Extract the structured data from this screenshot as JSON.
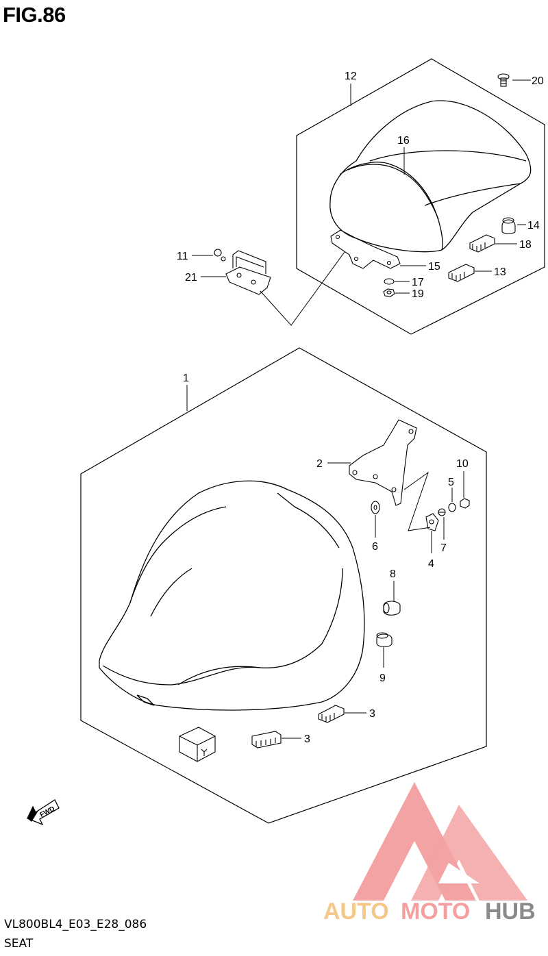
{
  "figure": {
    "title": "FIG.86",
    "code": "VL800BL4_E03_E28_086",
    "name": "SEAT"
  },
  "callouts": [
    {
      "id": "c1",
      "label": "1"
    },
    {
      "id": "c2",
      "label": "2"
    },
    {
      "id": "c3a",
      "label": "3"
    },
    {
      "id": "c3b",
      "label": "3"
    },
    {
      "id": "c4",
      "label": "4"
    },
    {
      "id": "c5",
      "label": "5"
    },
    {
      "id": "c6",
      "label": "6"
    },
    {
      "id": "c7",
      "label": "7"
    },
    {
      "id": "c8",
      "label": "8"
    },
    {
      "id": "c9",
      "label": "9"
    },
    {
      "id": "c10",
      "label": "10"
    },
    {
      "id": "c11",
      "label": "11"
    },
    {
      "id": "c12",
      "label": "12"
    },
    {
      "id": "c13",
      "label": "13"
    },
    {
      "id": "c14",
      "label": "14"
    },
    {
      "id": "c15",
      "label": "15"
    },
    {
      "id": "c16",
      "label": "16"
    },
    {
      "id": "c17",
      "label": "17"
    },
    {
      "id": "c18",
      "label": "18"
    },
    {
      "id": "c19",
      "label": "19"
    },
    {
      "id": "c20",
      "label": "20"
    },
    {
      "id": "c21",
      "label": "21"
    }
  ],
  "fwd_label": "FWD",
  "watermark": {
    "part1": "AUTO",
    "part2": "MOTO",
    "part3": "HUB",
    "colors": {
      "auto": "#f5c88a",
      "moto": "#f4a0a0",
      "hub": "#888888",
      "logo": "#f29a9a"
    }
  }
}
